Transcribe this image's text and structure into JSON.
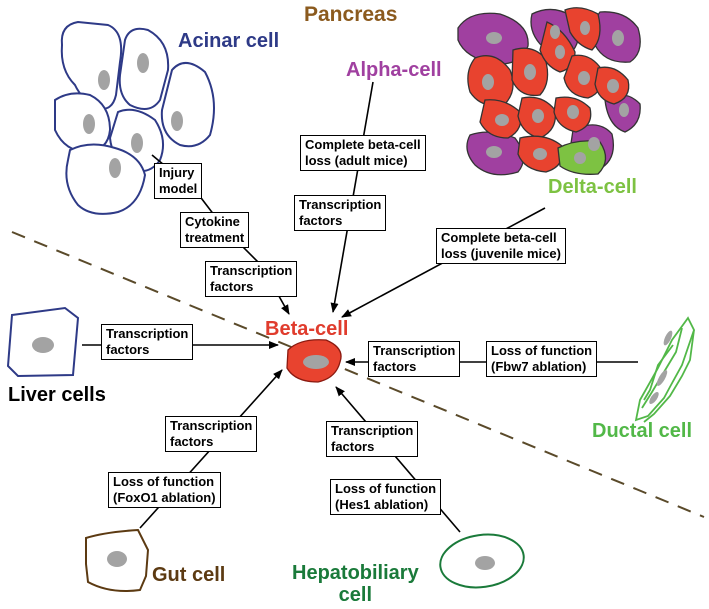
{
  "labels": {
    "pancreas": "Pancreas",
    "acinar": "Acinar cell",
    "alpha": "Alpha-cell",
    "delta": "Delta-cell",
    "beta": "Beta-cell",
    "liver": "Liver cells",
    "ductal": "Ductal cell",
    "gut": "Gut cell",
    "hepatobiliary_line1": "Hepatobiliary",
    "hepatobiliary_line2": "cell"
  },
  "boxes": {
    "injury": [
      "Injury",
      "model"
    ],
    "cytokine": [
      "Cytokine",
      "treatment"
    ],
    "tf_acinar": [
      "Transcription",
      "factors"
    ],
    "adult_loss": [
      "Complete beta-cell",
      "loss (adult mice)"
    ],
    "tf_alpha": [
      "Transcription",
      "factors"
    ],
    "juvenile_loss": [
      "Complete beta-cell",
      "loss (juvenile mice)"
    ],
    "tf_liver": [
      "Transcription",
      "factors"
    ],
    "tf_ductal": [
      "Transcription",
      "factors"
    ],
    "fbw7": [
      "Loss of function",
      "(Fbw7 ablation)"
    ],
    "tf_gut": [
      "Transcription",
      "factors"
    ],
    "foxo1": [
      "Loss of function",
      "(FoxO1 ablation)"
    ],
    "tf_hep": [
      "Transcription",
      "factors"
    ],
    "hes1": [
      "Loss of function",
      "(Hes1 ablation)"
    ]
  },
  "colors": {
    "pancreas": "#8B5A1E",
    "acinar": "#2E3A87",
    "alpha": "#A040A0",
    "delta": "#7DC242",
    "beta": "#E03C2D",
    "ductal": "#52B848",
    "gut": "#5C3A12",
    "hepatobiliary": "#1A7A3A",
    "nucleus": "#A3A3A3"
  }
}
